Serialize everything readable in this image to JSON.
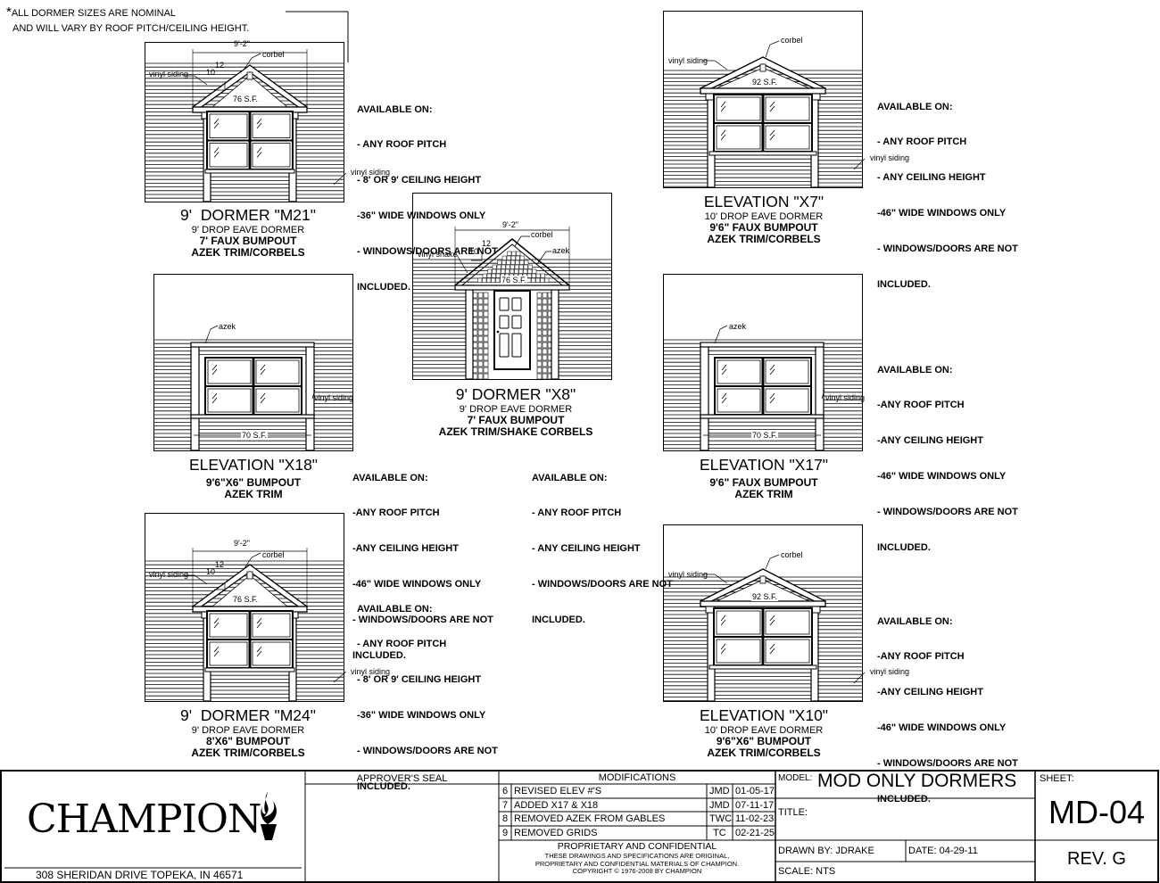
{
  "general_note": {
    "star": "*",
    "line1": "ALL DORMER SIZES ARE NOMINAL",
    "line2": "AND WILL VARY BY ROOF PITCH/CEILING HEIGHT."
  },
  "drawings": {
    "m21": {
      "title": "9'  DORMER \"M21\"",
      "sub": "9' DROP EAVE DORMER",
      "bold1": "7' FAUX BUMPOUT",
      "bold2": "AZEK TRIM/CORBELS",
      "width": "9'-2\"",
      "rise": "12",
      "run": "10",
      "area": "76 S.F.",
      "labels": {
        "corbel": "corbel",
        "siding_left": "vinyl siding",
        "siding_right": "vinyl siding"
      },
      "available": [
        "AVAILABLE ON:",
        "- ANY ROOF PITCH",
        "- 8' OR 9' CEILING HEIGHT",
        "-36\" WIDE WINDOWS ONLY",
        "- WINDOWS/DOORS ARE NOT",
        "INCLUDED."
      ]
    },
    "x7": {
      "title": "ELEVATION \"X7\"",
      "sub": "10' DROP EAVE DORMER",
      "bold1": "9'6\" FAUX BUMPOUT",
      "bold2": "AZEK TRIM/CORBELS",
      "area": "92 S.F.",
      "labels": {
        "corbel": "corbel",
        "siding_left": "vinyl siding",
        "siding_right": "vinyl siding"
      },
      "available": [
        "AVAILABLE ON:",
        "- ANY ROOF PITCH",
        "- ANY CEILING HEIGHT",
        "-46\" WIDE WINDOWS ONLY",
        "- WINDOWS/DOORS ARE NOT",
        "INCLUDED."
      ]
    },
    "x8": {
      "title": "9' DORMER \"X8\"",
      "sub": "9' DROP EAVE DORMER",
      "bold1": "7' FAUX BUMPOUT",
      "bold2": "AZEK TRIM/SHAKE CORBELS",
      "width": "9'-2\"",
      "rise": "12",
      "run": "10",
      "area": "76 S.F.",
      "labels": {
        "corbel": "corbel",
        "azek": "azek",
        "shake": "vinyl shake"
      },
      "available": [
        "AVAILABLE ON:",
        "- ANY ROOF PITCH",
        "- ANY CEILING HEIGHT",
        "- WINDOWS/DOORS ARE NOT",
        "INCLUDED."
      ]
    },
    "x18": {
      "title": "ELEVATION \"X18\"",
      "bold1": "9'6\"X6\" BUMPOUT",
      "bold2": "AZEK TRIM",
      "area": "70 S.F.",
      "labels": {
        "azek": "azek",
        "siding": "vinyl siding"
      },
      "available": [
        "AVAILABLE ON:",
        "-ANY ROOF PITCH",
        "-ANY CEILING HEIGHT",
        "-46\" WIDE WINDOWS ONLY",
        "- WINDOWS/DOORS ARE NOT",
        "INCLUDED."
      ]
    },
    "x17": {
      "title": "ELEVATION \"X17\"",
      "bold1": "9'6\" FAUX BUMPOUT",
      "bold2": "AZEK TRIM",
      "area": "70 S.F.",
      "labels": {
        "azek": "azek",
        "siding": "vinyl siding"
      },
      "available": [
        "AVAILABLE ON:",
        "-ANY ROOF PITCH",
        "-ANY CEILING HEIGHT",
        "-46\" WIDE WINDOWS ONLY",
        "- WINDOWS/DOORS ARE NOT",
        "INCLUDED."
      ]
    },
    "m24": {
      "title": "9'  DORMER \"M24\"",
      "sub": "9' DROP EAVE DORMER",
      "bold1": "8'X6\" BUMPOUT",
      "bold2": "AZEK TRIM/CORBELS",
      "width": "9'-2\"",
      "rise": "12",
      "run": "10",
      "area": "76 S.F.",
      "labels": {
        "corbel": "corbel",
        "siding_left": "vinyl siding",
        "siding_right": "vinyl siding"
      },
      "available": [
        "AVAILABLE ON:",
        "- ANY ROOF PITCH",
        "- 8' OR 9' CEILING HEIGHT",
        "-36\" WIDE WINDOWS ONLY",
        "- WINDOWS/DOORS ARE NOT",
        "INCLUDED."
      ]
    },
    "x10": {
      "title": "ELEVATION \"X10\"",
      "sub": "10' DROP EAVE DORMER",
      "bold1": "9'6\"X6\" BUMPOUT",
      "bold2": "AZEK TRIM/CORBELS",
      "area": "92 S.F.",
      "labels": {
        "corbel": "corbel",
        "siding_left": "vinyl siding",
        "siding_right": "vinyl siding"
      },
      "available": [
        "AVAILABLE ON:",
        "-ANY ROOF PITCH",
        "-ANY CEILING HEIGHT",
        "-46\" WIDE WINDOWS ONLY",
        "- WINDOWS/DOORS ARE NOT",
        "INCLUDED."
      ]
    }
  },
  "title_block": {
    "company": "CHAMPION",
    "address": "308 SHERIDAN DRIVE TOPEKA, IN  46571",
    "approvers_seal": "APPROVER'S SEAL",
    "modifications_header": "MODIFICATIONS",
    "modifications": [
      {
        "num": "6",
        "desc": "REVISED ELEV #'S",
        "by": "JMD",
        "date": "01-05-17"
      },
      {
        "num": "7",
        "desc": "ADDED X17 & X18",
        "by": "JMD",
        "date": "07-11-17"
      },
      {
        "num": "8",
        "desc": "REMOVED AZEK FROM GABLES",
        "by": "TWC",
        "date": "11-02-23"
      },
      {
        "num": "9",
        "desc": "REMOVED GRIDS",
        "by": "TC",
        "date": "02-21-25"
      }
    ],
    "proprietary": "PROPRIETARY AND CONFIDENTIAL",
    "disclaimer1": "THESE DRAWINGS AND SPECIFICATIONS ARE ORIGINAL,",
    "disclaimer2": "PROPRIETARY AND CONFIDENTIAL MATERIALS OF CHAMPION.",
    "copyright": "COPYRIGHT © 1976-2008 BY CHAMPION",
    "model_label": "MODEL:",
    "model_value": "MOD ONLY DORMERS",
    "title_label": "TITLE:",
    "drawn_by": "DRAWN BY:  JDRAKE",
    "date": "DATE: 04-29-11",
    "scale": "SCALE: NTS",
    "sheet_label": "SHEET:",
    "sheet_value": "MD-04",
    "rev": "REV. G"
  }
}
